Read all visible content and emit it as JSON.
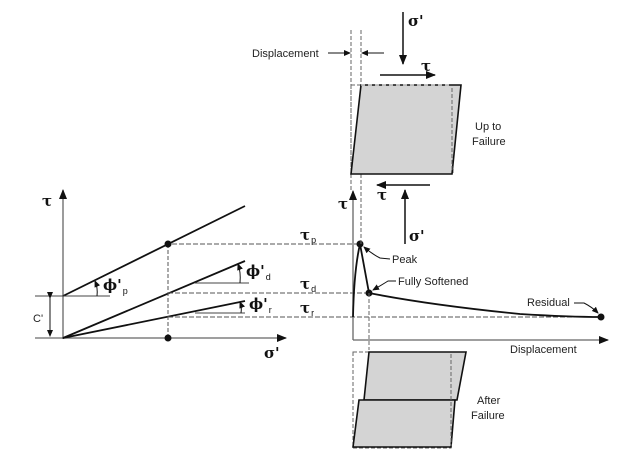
{
  "left_plot": {
    "y_axis_label": "τ",
    "x_axis_label": "σ'",
    "cohesion_label": "C'",
    "angles": [
      {
        "symbol": "ϕ'",
        "subscript": "p"
      },
      {
        "symbol": "ϕ'",
        "subscript": "d"
      },
      {
        "symbol": "ϕ'",
        "subscript": "r"
      }
    ]
  },
  "right_plot": {
    "y_axis_label": "τ",
    "x_axis_label": "Displacement",
    "levels": [
      {
        "symbol": "τ",
        "subscript": "p"
      },
      {
        "symbol": "τ",
        "subscript": "d"
      },
      {
        "symbol": "τ",
        "subscript": "r"
      }
    ],
    "points": {
      "peak": "Peak",
      "fully_softened": "Fully Softened",
      "residual": "Residual"
    }
  },
  "top_sample": {
    "displacement_label": "Displacement",
    "normal_stress": "σ'",
    "shear_top": "τ",
    "shear_bottom": "τ",
    "normal_stress_bottom": "σ'",
    "caption_line1": "Up to",
    "caption_line2": "Failure"
  },
  "bottom_sample": {
    "caption_line1": "After",
    "caption_line2": "Failure"
  },
  "colors": {
    "line": "#111111",
    "fill": "#d4d4d4",
    "dash": "#555555"
  }
}
